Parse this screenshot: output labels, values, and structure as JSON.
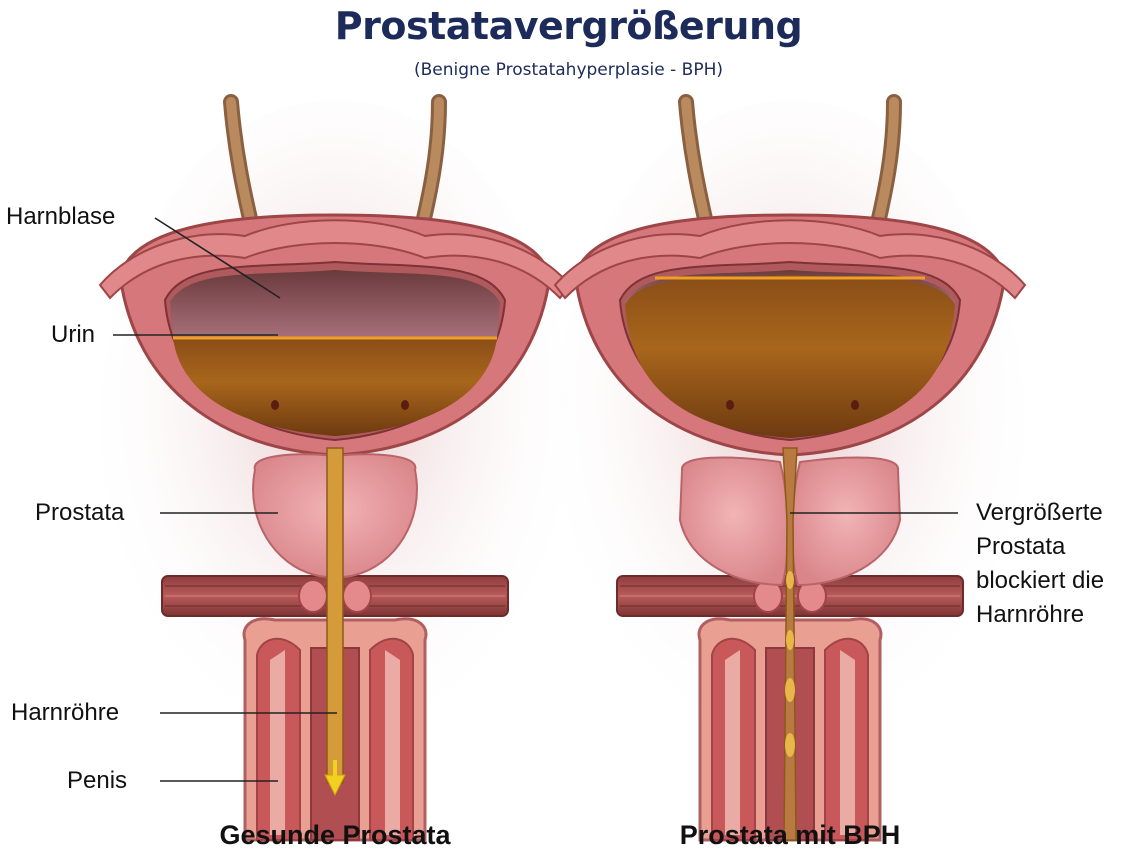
{
  "title": "Prostatavergrößerung",
  "subtitle": "(Benigne Prostatahyperplasie - BPH)",
  "labels": {
    "harnblase": "Harnblase",
    "urin": "Urin",
    "prostata": "Prostata",
    "harnroehre": "Harnröhre",
    "penis": "Penis",
    "bph_line1": "Vergrößerte",
    "bph_line2": "Prostata",
    "bph_line3": "blockiert die",
    "bph_line4": "Harnröhre"
  },
  "captions": {
    "healthy": "Gesunde Prostata",
    "bph": "Prostata mit BPH"
  },
  "colors": {
    "title": "#1c2b5a",
    "tissue": "#d9787a",
    "tissue_dark": "#a84a4d",
    "urine": "#b0701e",
    "ureter": "#b08055"
  }
}
